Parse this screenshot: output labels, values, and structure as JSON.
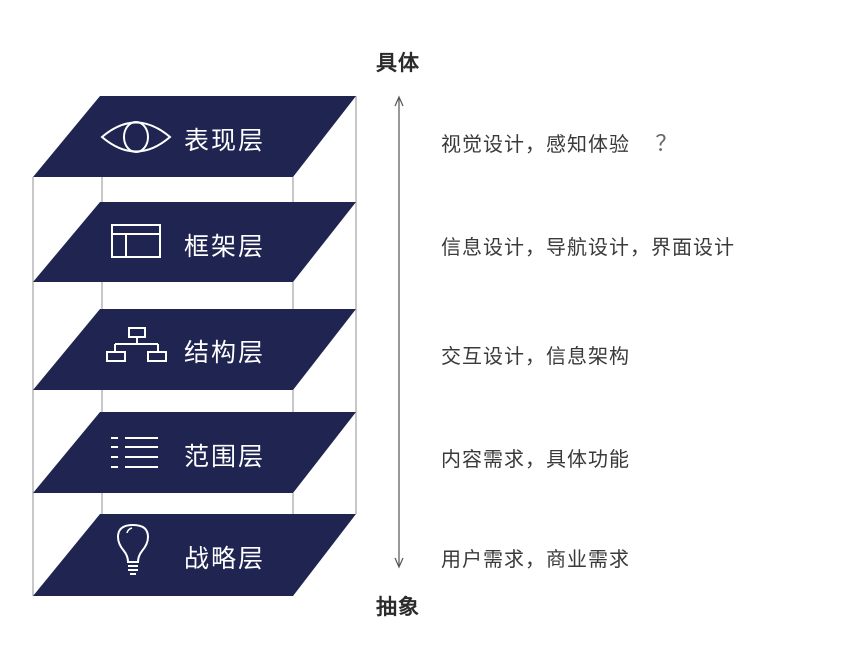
{
  "axis": {
    "top_label": "具体",
    "bottom_label": "抽象"
  },
  "colors": {
    "layer_fill": "#1f2450",
    "line": "#b5b5b5",
    "text": "#3a3a3a"
  },
  "layers": [
    {
      "name": "表现层",
      "icon": "eye-icon",
      "description": "视觉设计，感知体验",
      "extra": "？"
    },
    {
      "name": "框架层",
      "icon": "frame-layout-icon",
      "description": "信息设计，导航设计，界面设计"
    },
    {
      "name": "结构层",
      "icon": "hierarchy-icon",
      "description": "交互设计，信息架构"
    },
    {
      "name": "范围层",
      "icon": "list-icon",
      "description": "内容需求，具体功能"
    },
    {
      "name": "战略层",
      "icon": "lightbulb-icon",
      "description": "用户需求，商业需求"
    }
  ]
}
